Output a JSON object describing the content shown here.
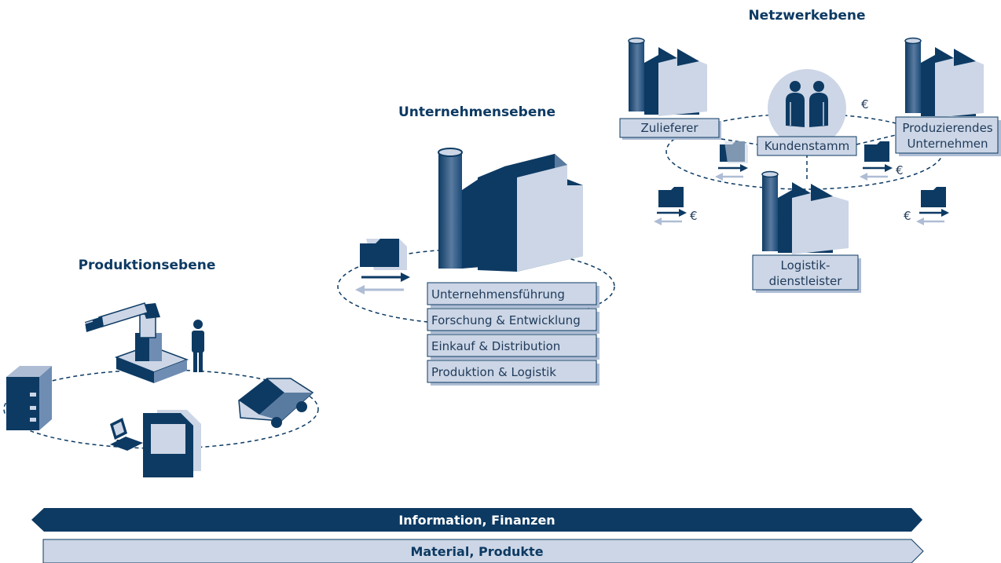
{
  "levels": {
    "production": "Produktionsebene",
    "company": "Unternehmensebene",
    "network": "Netzwerkebene"
  },
  "company_functions": [
    "Unternehmensführung",
    "Forschung & Entwicklung",
    "Einkauf & Distribution",
    "Produktion & Logistik"
  ],
  "network_nodes": {
    "supplier": "Zulieferer",
    "customer_base": "Kundenstamm",
    "producer_line1": "Produzierendes",
    "producer_line2": "Unternehmen",
    "logistics_line1": "Logistik-",
    "logistics_line2": "dienstleister"
  },
  "currency_symbol": "€",
  "flows": {
    "information": "Information, Finanzen",
    "material": "Material, Produkte"
  },
  "colors": {
    "navy": "#0d3a63",
    "light_blue": "#ccd6e6",
    "mid_blue": "#aebdd4",
    "text": "#1f3a5a"
  }
}
